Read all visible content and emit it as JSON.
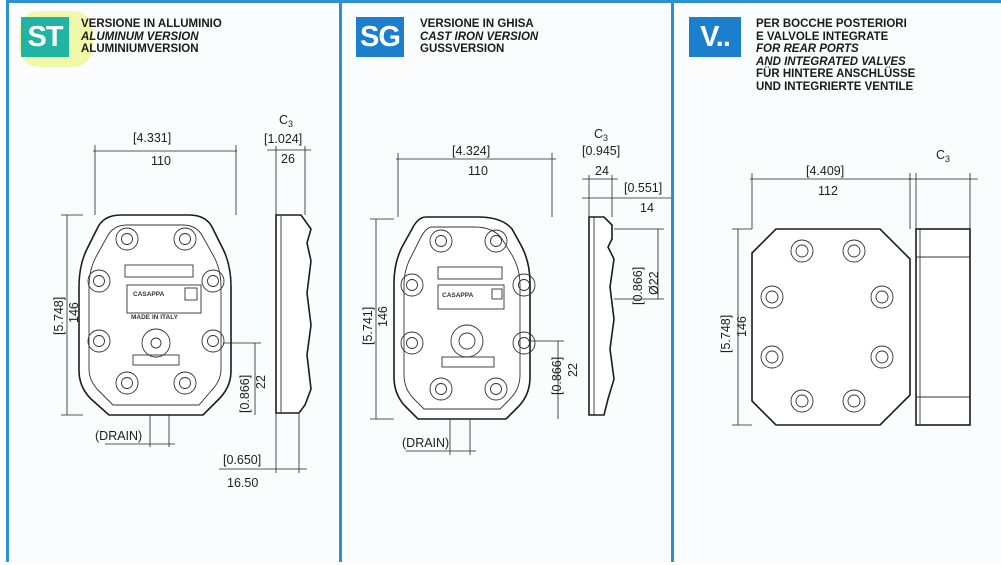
{
  "colors": {
    "frame": "#2e8fd2",
    "badge": "#1c7fce",
    "badge_st": "#21b3a4",
    "highlight": "#eef7a0"
  },
  "panels": [
    {
      "badge": "ST",
      "title": [
        "VERSIONE IN ALLUMINIO",
        "ALUMINUM VERSION",
        "ALUMINIUMVERSION"
      ],
      "dims": {
        "width_in": "[4.331]",
        "width_mm": "110",
        "height_in": "[5.748]",
        "height_mm": "146",
        "c3_label": "C",
        "c3_sub": "3",
        "c3_in": "[1.024]",
        "c3_mm": "26",
        "port_in": "[0.866]",
        "port_mm": "22",
        "drain_label": "(DRAIN)",
        "drain_in": "[0.650]",
        "drain_mm": "16.50"
      },
      "marking": [
        "CASAPPA",
        "MADE IN ITALY"
      ]
    },
    {
      "badge": "SG",
      "title": [
        "VERSIONE IN GHISA",
        "CAST IRON VERSION",
        "GUSSVERSION"
      ],
      "dims": {
        "width_in": "[4.324]",
        "width_mm": "110",
        "height_in": "[5.741]",
        "height_mm": "146",
        "c3_label": "C",
        "c3_sub": "3",
        "c3_in": "[0.945]",
        "c3_mm": "24",
        "offset_in": "[0.551]",
        "offset_mm": "14",
        "dia_in": "[0.866]",
        "dia_mm": "Ø22",
        "port_in": "[0.866]",
        "port_mm": "22",
        "drain_label": "(DRAIN)"
      },
      "marking": [
        "CASAPPA"
      ]
    },
    {
      "badge": "V..",
      "title": [
        "PER BOCCHE POSTERIORI",
        "E VALVOLE INTEGRATE",
        "FOR REAR PORTS",
        "AND INTEGRATED VALVES",
        "FÜR HINTERE ANSCHLÜSSE",
        "UND INTEGRIERTE VENTILE"
      ],
      "dims": {
        "width_in": "[4.409]",
        "width_mm": "112",
        "height_in": "[5.748]",
        "height_mm": "146",
        "c3_label": "C",
        "c3_sub": "3"
      }
    }
  ]
}
